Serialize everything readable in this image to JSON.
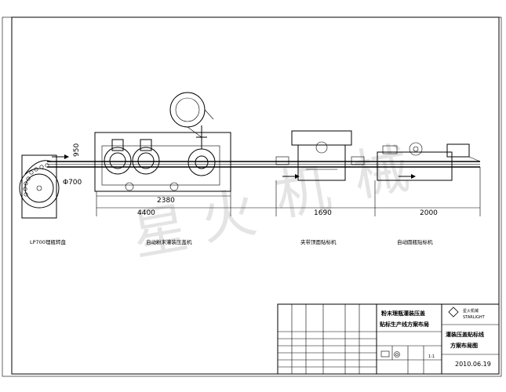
{
  "dimensions": {
    "d950": "950",
    "d700": "Φ700",
    "d2380": "2380",
    "d4400": "4400",
    "d1690": "1690",
    "d2000": "2000"
  },
  "machine_labels": {
    "sorter": "LP700理瓶转盘",
    "filler": "自动粉末灌装压盖机",
    "top_labeler": "夹带顶面贴标机",
    "round_labeler": "自动圆瓶贴标机"
  },
  "title_block": {
    "project_line1": "粉末理瓶灌装压盖",
    "project_line2": "贴标生产线方案布局",
    "drawing_line1": "灌装压盖贴标线",
    "drawing_line2": "方案布局图",
    "company_cn": "星火机械",
    "company_en": "STARLIGHT",
    "date": "2010.06.19",
    "ratio": "1:1"
  },
  "watermark": [
    "星",
    "火",
    "机",
    "械"
  ]
}
